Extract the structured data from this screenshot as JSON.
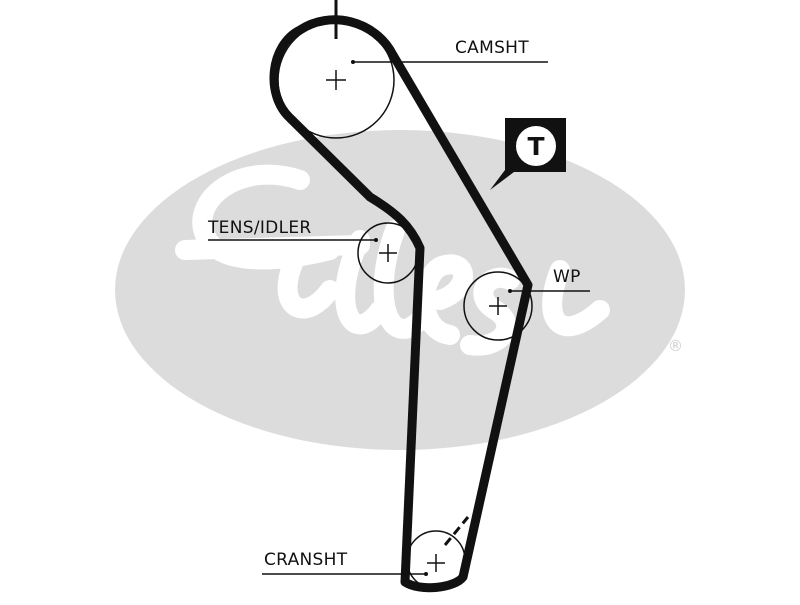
{
  "labels": {
    "camshaft": "CAMSHT",
    "tensioner_idler": "TENS/IDLER",
    "water_pump": "WP",
    "crankshaft": "CRANSHT"
  },
  "badge": {
    "letter": "T"
  },
  "watermark": {
    "brand": "Gates",
    "registered_mark": "®"
  },
  "colors": {
    "belt": "#111111",
    "pulley_stroke": "#111111",
    "watermark": "#dcdcdc",
    "badge_bg": "#111111",
    "badge_fg": "#ffffff"
  }
}
